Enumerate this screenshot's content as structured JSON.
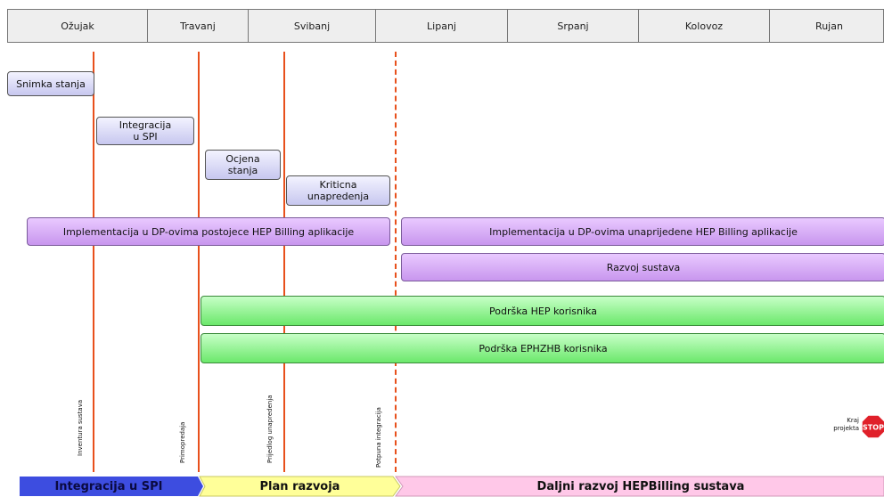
{
  "months": [
    "Ožujak",
    "Travanj",
    "Svibanj",
    "Lipanj",
    "Srpanj",
    "Kolovoz",
    "Rujan"
  ],
  "tasks": {
    "snimka": "Snimka stanja",
    "integracija": "Integracija\nu SPI",
    "ocjena": "Ocjena\nstanja",
    "kriticna": "Kriticna\nunapredenja",
    "impl_old": "Implementacija u DP-ovima postojece HEP Billing aplikacije",
    "impl_new": "Implementacija u DP-ovima unaprijedene HEP Billing aplikacije",
    "razvoj": "Razvoj sustava",
    "podrska_hep": "Podrška HEP korisnika",
    "podrska_ephzhb": "Podrška EPHZHB korisnika"
  },
  "milestones": {
    "inventura": "Inventura sustava",
    "primopredaja": "Primopredaja",
    "prijedlog": "Prijedlog unapredenja",
    "potpuna": "Potpuna integracija"
  },
  "end": {
    "label": "Kraj\nprojekta",
    "stop": "STOP"
  },
  "phases": {
    "p1": "Integracija u SPI",
    "p2": "Plan razvoja",
    "p3": "Daljni razvoj HEPBilling sustava"
  },
  "colors": {
    "milestone_line": "#e8501c",
    "blue_task": "#c7c7ef",
    "purple_task": "#c896ee",
    "green_task": "#6be86b",
    "phase1": "#3d4de0",
    "phase2": "#ffff99",
    "phase3": "#ffc8e8",
    "stop": "#e0202a"
  }
}
